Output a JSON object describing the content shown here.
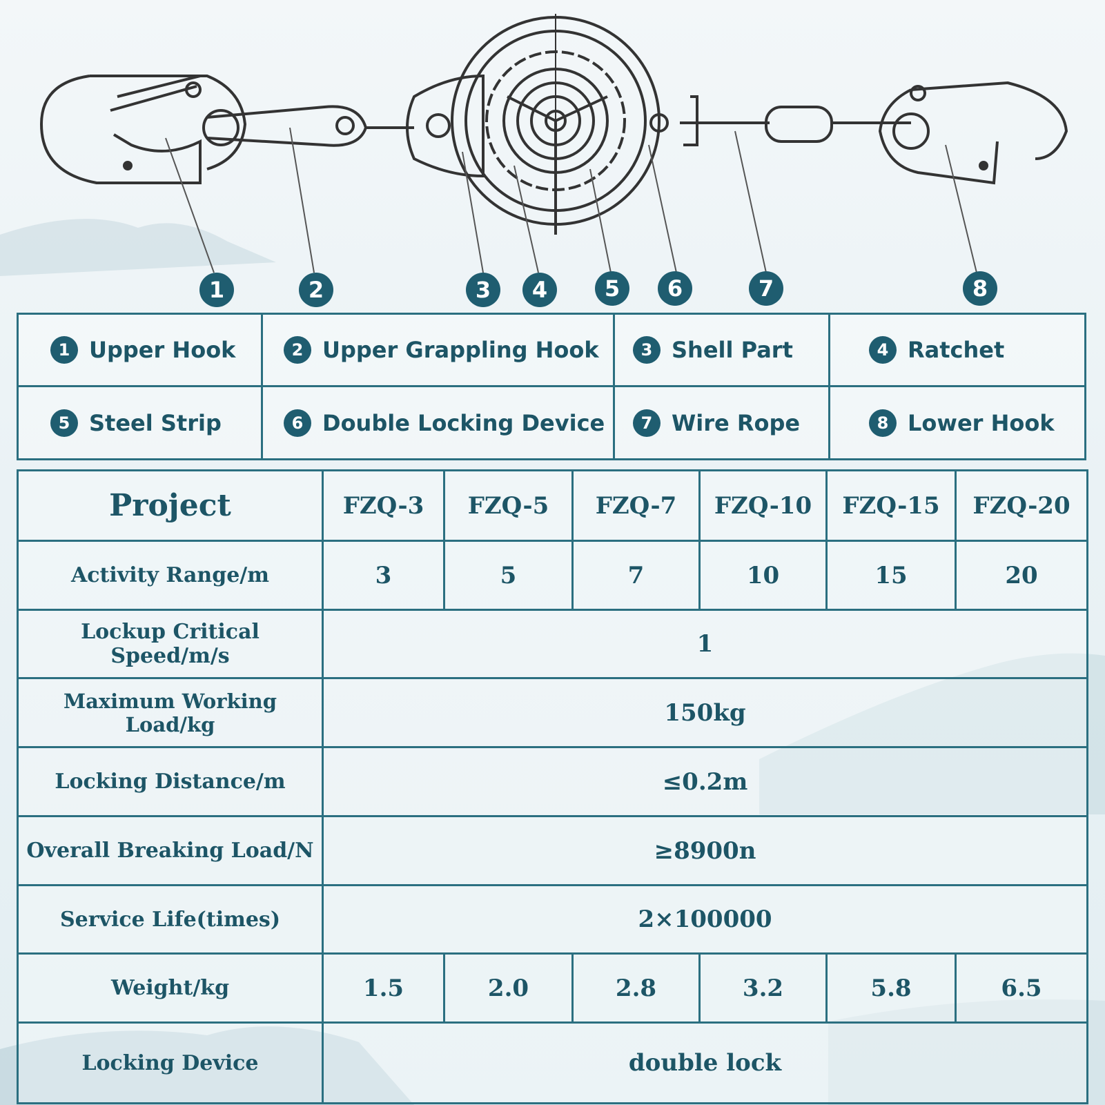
{
  "callouts": [
    "1",
    "2",
    "3",
    "4",
    "5",
    "6",
    "7",
    "8"
  ],
  "legend": [
    {
      "num": "1",
      "label": "Upper Hook"
    },
    {
      "num": "2",
      "label": "Upper Grappling Hook"
    },
    {
      "num": "3",
      "label": "Shell Part"
    },
    {
      "num": "4",
      "label": "Ratchet"
    },
    {
      "num": "5",
      "label": "Steel Strip"
    },
    {
      "num": "6",
      "label": "Double Locking Device"
    },
    {
      "num": "7",
      "label": "Wire Rope"
    },
    {
      "num": "8",
      "label": "Lower Hook"
    }
  ],
  "table": {
    "header_label": "Project",
    "models": [
      "FZQ-3",
      "FZQ-5",
      "FZQ-7",
      "FZQ-10",
      "FZQ-15",
      "FZQ-20"
    ],
    "activity_range": {
      "label": "Activity Range/m",
      "values": [
        "3",
        "5",
        "7",
        "10",
        "15",
        "20"
      ]
    },
    "lockup_speed": {
      "label": "Lockup Critical Speed/m/s",
      "value": "1"
    },
    "max_load": {
      "label": "Maximum Working Load/kg",
      "value": "150kg"
    },
    "locking_distance": {
      "label": "Locking Distance/m",
      "value": "≤0.2m"
    },
    "breaking_load": {
      "label": "Overall Breaking Load/N",
      "value": "≥8900n"
    },
    "service_life": {
      "label": "Service Life(times)",
      "value": "2×100000"
    },
    "weight": {
      "label": "Weight/kg",
      "values": [
        "1.5",
        "2.0",
        "2.8",
        "3.2",
        "5.8",
        "6.5"
      ]
    },
    "locking_device": {
      "label": "Locking Device",
      "value": "double lock"
    }
  },
  "colors": {
    "accent": "#1f5d70",
    "line": "#2b6f80",
    "text": "#1d5566"
  }
}
